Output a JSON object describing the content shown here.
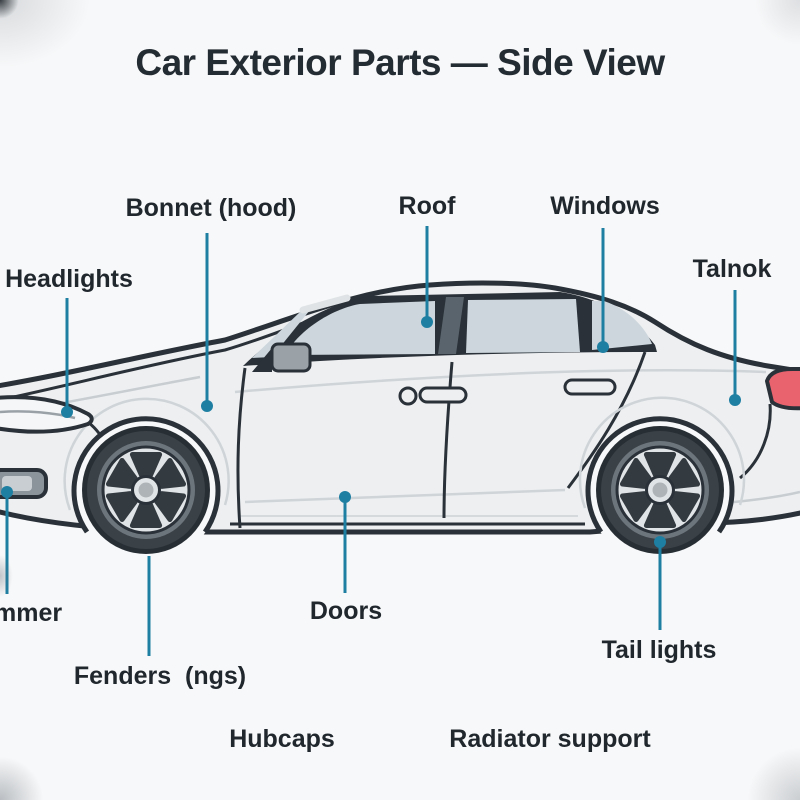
{
  "title": "Car Exterior Parts — Side View",
  "labels": {
    "bonnet": "Bonnet (hood)",
    "roof": "Roof",
    "windows": "Windows",
    "headlights": "Headlights",
    "talnok": "Talnok",
    "bumper_cut": "mmer",
    "doors": "Doors",
    "fenders": "Fenders  (ngs)",
    "tail_lights": "Tail lights",
    "hubcaps": "Hubcaps",
    "radiator_support": "Radiator support"
  },
  "colors": {
    "background": "#f7f8f9",
    "leader_line": "#1f7fa2",
    "label_text": "#20272d",
    "title_text": "#242c33",
    "car_body": "#edeff1",
    "outline": "#2a3138",
    "glass": "#ccd6dc",
    "pillar": "#5a646c",
    "tire": "#31383e",
    "rim": "#e1e4e6",
    "tail_light": "#e8636e"
  }
}
